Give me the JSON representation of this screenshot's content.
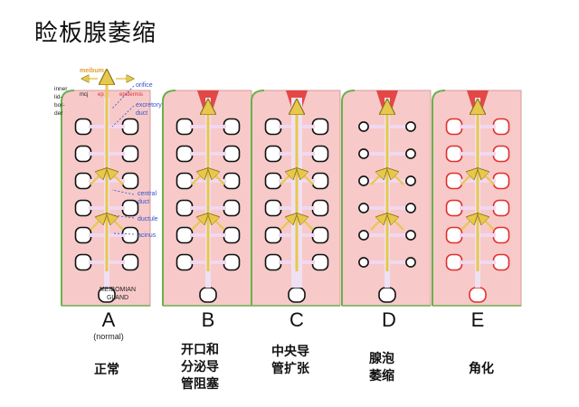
{
  "title": "睑板腺萎缩",
  "panels": [
    {
      "letter": "A",
      "sublabel": "(normal)",
      "caption": "正常"
    },
    {
      "letter": "B",
      "sublabel": "",
      "caption": "开口和\n分泌导\n管阻塞"
    },
    {
      "letter": "C",
      "sublabel": "",
      "caption": "中央导\n管扩张"
    },
    {
      "letter": "D",
      "sublabel": "",
      "caption": "腺泡\n萎缩"
    },
    {
      "letter": "E",
      "sublabel": "",
      "caption": "角化"
    }
  ],
  "annotations": {
    "meibum": "meibum",
    "inner_lid_border": [
      "inner",
      "lid-",
      "bor-",
      "der"
    ],
    "mcj": "mcj",
    "ep": "ep",
    "epidermis": "epidermis",
    "orifice": "orifice",
    "excretory_duct": [
      "excretory",
      "duct"
    ],
    "central_duct": [
      "central",
      "duct"
    ],
    "ductule": "ductule",
    "acinus": "acinus",
    "gland": [
      "MEIBOMIAN",
      "GLAND"
    ]
  },
  "colors": {
    "tissue": "#f7c9c9",
    "gland_outline": "#111111",
    "duct": "#f4efc0",
    "arrow": "#e8c84a",
    "orifice_red": "#e03030",
    "epithelium_green": "#6ab04c",
    "label_blue": "#3355cc",
    "label_orange": "#e0a030"
  }
}
